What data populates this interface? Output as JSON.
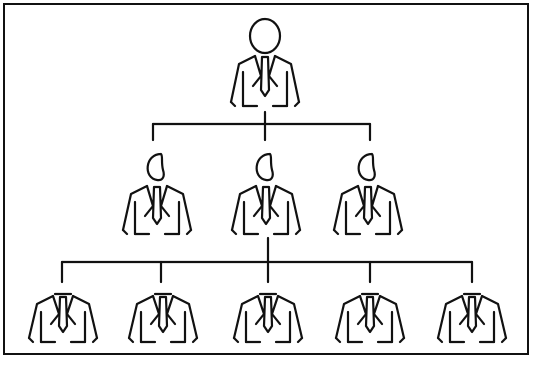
{
  "diagram": {
    "type": "org-chart",
    "levels": [
      {
        "nodes": [
          {
            "id": "top",
            "figure": "person-icon"
          }
        ]
      },
      {
        "nodes": [
          {
            "id": "mid-1",
            "figure": "person-icon",
            "parent": "top"
          },
          {
            "id": "mid-2",
            "figure": "person-icon",
            "parent": "top"
          },
          {
            "id": "mid-3",
            "figure": "person-icon",
            "parent": "top"
          }
        ]
      },
      {
        "nodes": [
          {
            "id": "bottom-1",
            "figure": "torso-icon",
            "parent": "mid-2"
          },
          {
            "id": "bottom-2",
            "figure": "torso-icon",
            "parent": "mid-2"
          },
          {
            "id": "bottom-3",
            "figure": "torso-icon",
            "parent": "mid-2"
          },
          {
            "id": "bottom-4",
            "figure": "torso-icon",
            "parent": "mid-2"
          },
          {
            "id": "bottom-5",
            "figure": "torso-icon",
            "parent": "mid-2"
          }
        ]
      }
    ],
    "line_color": "#111111",
    "background_color": "#ffffff",
    "border_color": "#111111"
  }
}
